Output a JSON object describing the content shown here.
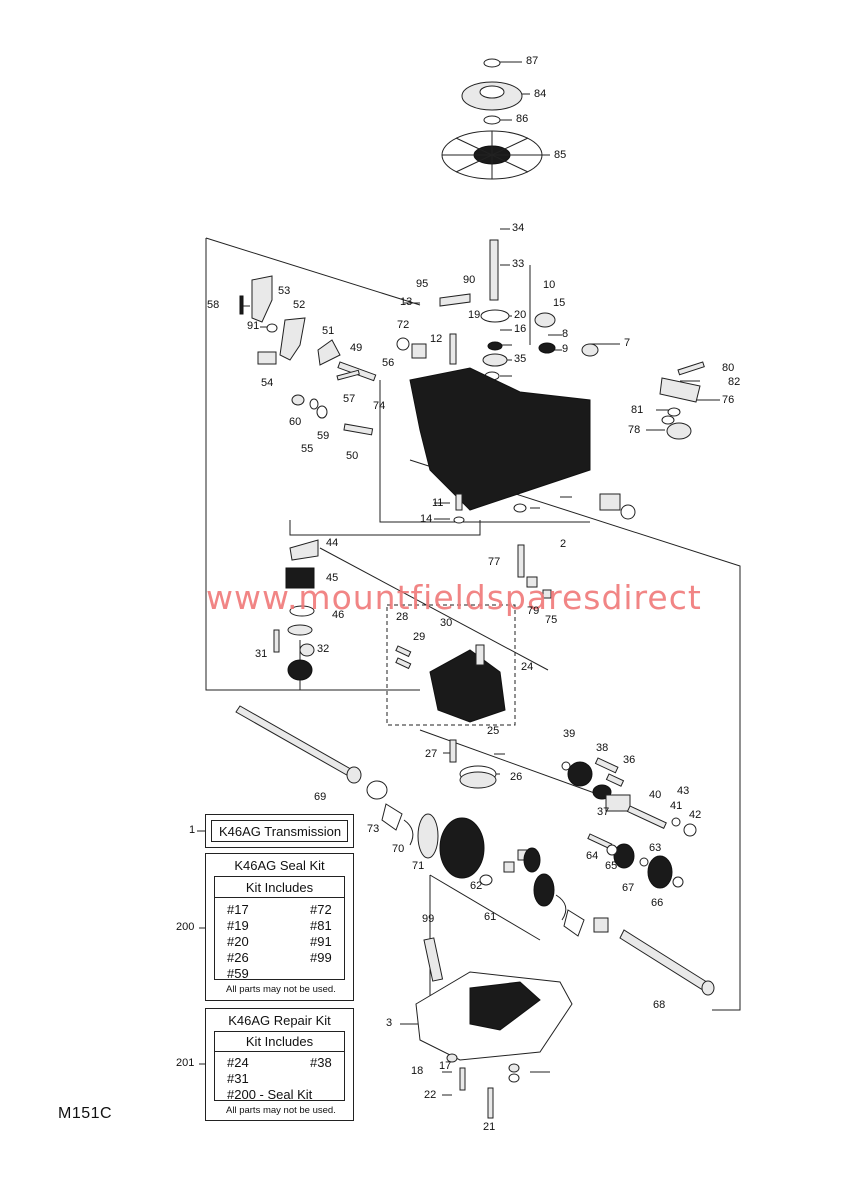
{
  "diagram": {
    "reference_code": "M151C",
    "watermark": "www.mountfieldsparesdirect"
  },
  "parts": [
    {
      "id": "87"
    },
    {
      "id": "84"
    },
    {
      "id": "86"
    },
    {
      "id": "85"
    },
    {
      "id": "34"
    },
    {
      "id": "33"
    },
    {
      "id": "10"
    },
    {
      "id": "95"
    },
    {
      "id": "90"
    },
    {
      "id": "13"
    },
    {
      "id": "19"
    },
    {
      "id": "20"
    },
    {
      "id": "15"
    },
    {
      "id": "12"
    },
    {
      "id": "16"
    },
    {
      "id": "8"
    },
    {
      "id": "9"
    },
    {
      "id": "7"
    },
    {
      "id": "35"
    },
    {
      "id": "58"
    },
    {
      "id": "53"
    },
    {
      "id": "91"
    },
    {
      "id": "52"
    },
    {
      "id": "51"
    },
    {
      "id": "72"
    },
    {
      "id": "49"
    },
    {
      "id": "56"
    },
    {
      "id": "54"
    },
    {
      "id": "57"
    },
    {
      "id": "74"
    },
    {
      "id": "80"
    },
    {
      "id": "82"
    },
    {
      "id": "76"
    },
    {
      "id": "81"
    },
    {
      "id": "78"
    },
    {
      "id": "60"
    },
    {
      "id": "59"
    },
    {
      "id": "55"
    },
    {
      "id": "50"
    },
    {
      "id": "11"
    },
    {
      "id": "14"
    },
    {
      "id": "2"
    },
    {
      "id": "44"
    },
    {
      "id": "45"
    },
    {
      "id": "77"
    },
    {
      "id": "79"
    },
    {
      "id": "75"
    },
    {
      "id": "46"
    },
    {
      "id": "28"
    },
    {
      "id": "30"
    },
    {
      "id": "29"
    },
    {
      "id": "24"
    },
    {
      "id": "31"
    },
    {
      "id": "32"
    },
    {
      "id": "25"
    },
    {
      "id": "39"
    },
    {
      "id": "38"
    },
    {
      "id": "36"
    },
    {
      "id": "27"
    },
    {
      "id": "26"
    },
    {
      "id": "37"
    },
    {
      "id": "40"
    },
    {
      "id": "43"
    },
    {
      "id": "41"
    },
    {
      "id": "42"
    },
    {
      "id": "69"
    },
    {
      "id": "73"
    },
    {
      "id": "70"
    },
    {
      "id": "71"
    },
    {
      "id": "64"
    },
    {
      "id": "65"
    },
    {
      "id": "63"
    },
    {
      "id": "67"
    },
    {
      "id": "66"
    },
    {
      "id": "62"
    },
    {
      "id": "61"
    },
    {
      "id": "99"
    },
    {
      "id": "68"
    },
    {
      "id": "3"
    },
    {
      "id": "17"
    },
    {
      "id": "18"
    },
    {
      "id": "22"
    },
    {
      "id": "21"
    },
    {
      "id": "1"
    },
    {
      "id": "200"
    },
    {
      "id": "201"
    }
  ],
  "transmission_box": {
    "callout": "1",
    "label": "K46AG Transmission"
  },
  "seal_kit": {
    "callout": "200",
    "title": "K46AG Seal Kit",
    "includes_label": "Kit Includes",
    "left_items": [
      "#17",
      "#19",
      "#20",
      "#26",
      "#59"
    ],
    "right_items": [
      "#72",
      "#81",
      "#91",
      "#99"
    ],
    "note": "All parts may not be used."
  },
  "repair_kit": {
    "callout": "201",
    "title": "K46AG Repair Kit",
    "includes_label": "Kit Includes",
    "left_items": [
      "#24",
      "#31",
      "#200 - Seal Kit"
    ],
    "right_items": [
      "#38"
    ],
    "note": "All parts may not be used."
  }
}
